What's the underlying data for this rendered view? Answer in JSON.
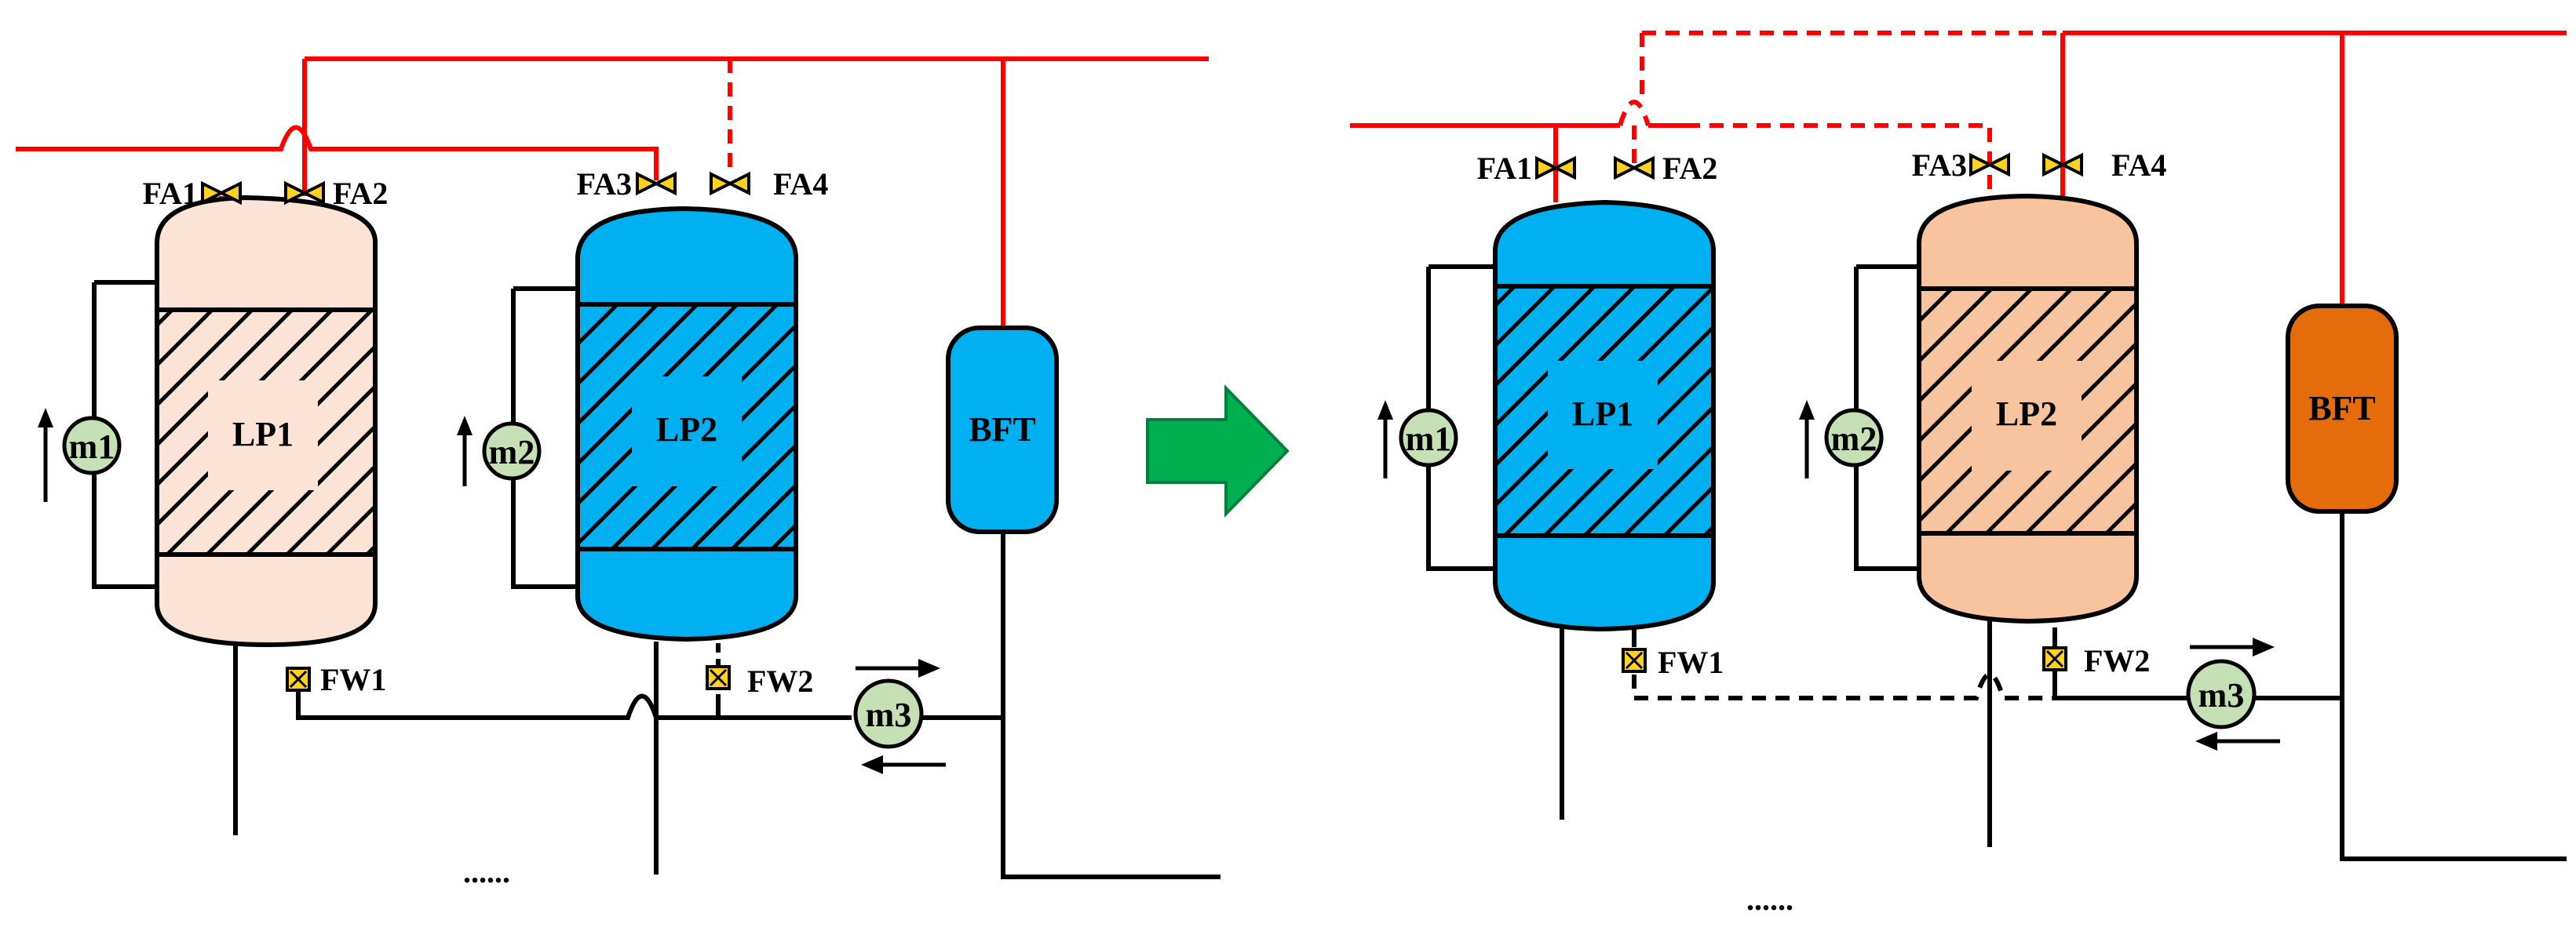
{
  "colors": {
    "pipe_red": "#ff0000",
    "pipe_black": "#000000",
    "vessel_light": "#fbe4d6",
    "vessel_blue": "#00b0f0",
    "vessel_peach": "#f8c49f",
    "bft_orange": "#e46c0a",
    "meter_green": "#c5e0b4",
    "valve_yellow": "#ffd21f",
    "arrow_green": "#00b050"
  },
  "left": {
    "valves": [
      "FA1",
      "FA2",
      "FA3",
      "FA4"
    ],
    "vessel1": "LP1",
    "vessel2": "LP2",
    "tank": "BFT",
    "meters": [
      "m1",
      "m2",
      "m3"
    ],
    "water_valves": [
      "FW1",
      "FW2"
    ],
    "ellipsis": "......"
  },
  "right": {
    "valves": [
      "FA1",
      "FA2",
      "FA3",
      "FA4"
    ],
    "vessel1": "LP1",
    "vessel2": "LP2",
    "tank": "BFT",
    "meters": [
      "m1",
      "m2",
      "m3"
    ],
    "water_valves": [
      "FW1",
      "FW2"
    ],
    "ellipsis": "......"
  },
  "transition_arrow_icon": "right-arrow-icon"
}
